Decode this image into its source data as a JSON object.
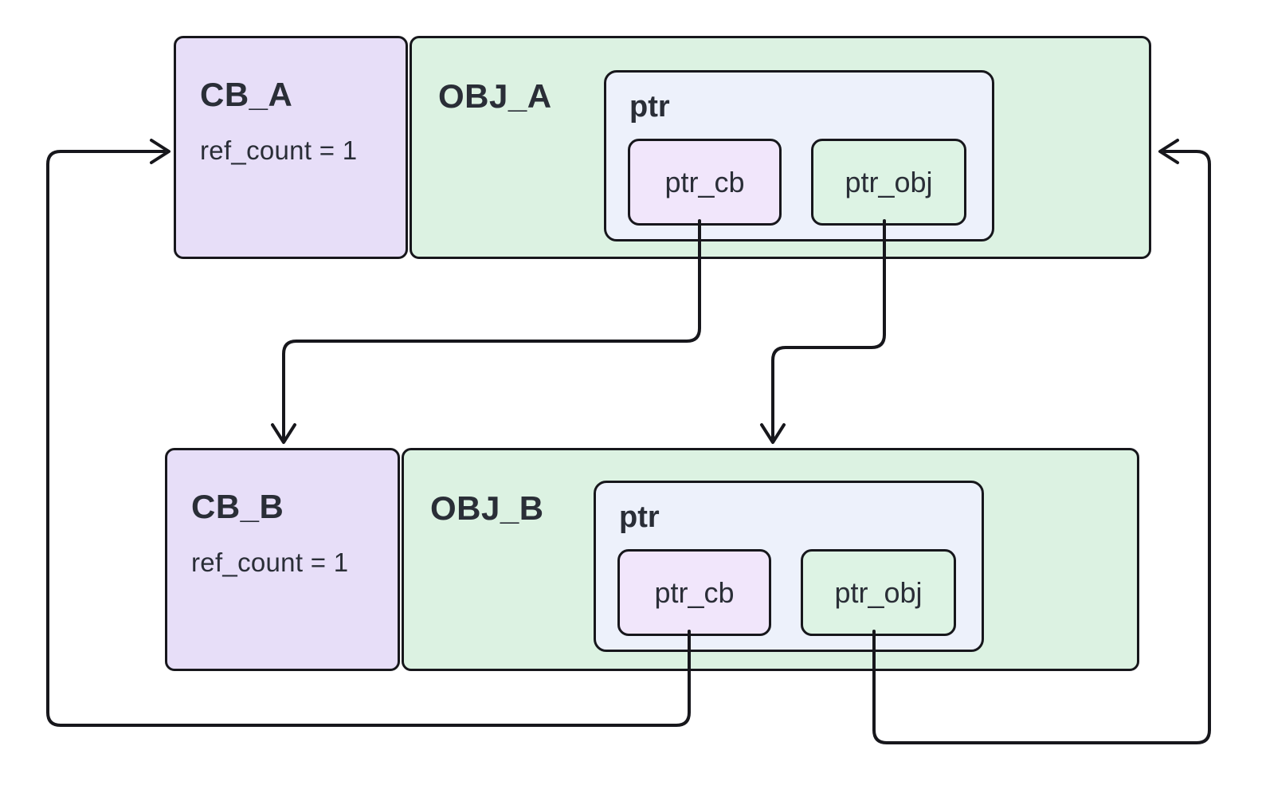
{
  "diagram": {
    "nodes": {
      "cb_a": {
        "title": "CB_A",
        "subtitle": "ref_count = 1"
      },
      "obj_a": {
        "title": "OBJ_A",
        "ptr_label": "ptr",
        "ptr_cb_label": "ptr_cb",
        "ptr_obj_label": "ptr_obj"
      },
      "cb_b": {
        "title": "CB_B",
        "subtitle": "ref_count = 1"
      },
      "obj_b": {
        "title": "OBJ_B",
        "ptr_label": "ptr",
        "ptr_cb_label": "ptr_cb",
        "ptr_obj_label": "ptr_obj"
      }
    },
    "edges": [
      {
        "from": "obj_a.ptr_cb",
        "to": "cb_b"
      },
      {
        "from": "obj_a.ptr_obj",
        "to": "obj_b"
      },
      {
        "from": "obj_b.ptr_cb",
        "to": "cb_a"
      },
      {
        "from": "obj_b.ptr_obj",
        "to": "obj_a"
      }
    ],
    "colors": {
      "cb_fill": "#e7def8",
      "obj_fill": "#dcf2e2",
      "ptr_fill": "#edf1fb",
      "ptr_cb_fill": "#f1e6fb",
      "ptr_obj_fill": "#ddf3e4",
      "border": "#17171c",
      "text": "#2a2e37",
      "background": "#ffffff"
    }
  }
}
